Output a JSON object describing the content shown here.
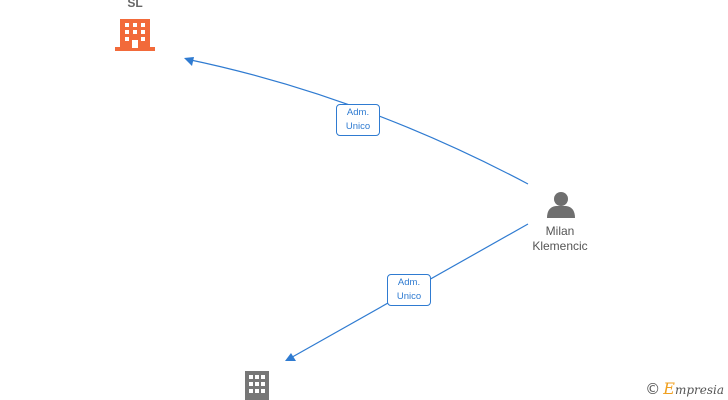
{
  "companies": [
    {
      "label": "SL",
      "color": "#f26a3a"
    },
    {
      "label": "",
      "color": "#777777"
    }
  ],
  "person": {
    "name_line1": "Milan",
    "name_line2": "Klemencic",
    "icon": "person-icon",
    "color": "#6f6f6f"
  },
  "edges": [
    {
      "line1": "Adm.",
      "line2": "Unico"
    },
    {
      "line1": "Adm.",
      "line2": "Unico"
    }
  ],
  "edge_color": "#2f7bd1",
  "brand": {
    "copyright": "©",
    "e": "E",
    "rest": "mpresia"
  }
}
